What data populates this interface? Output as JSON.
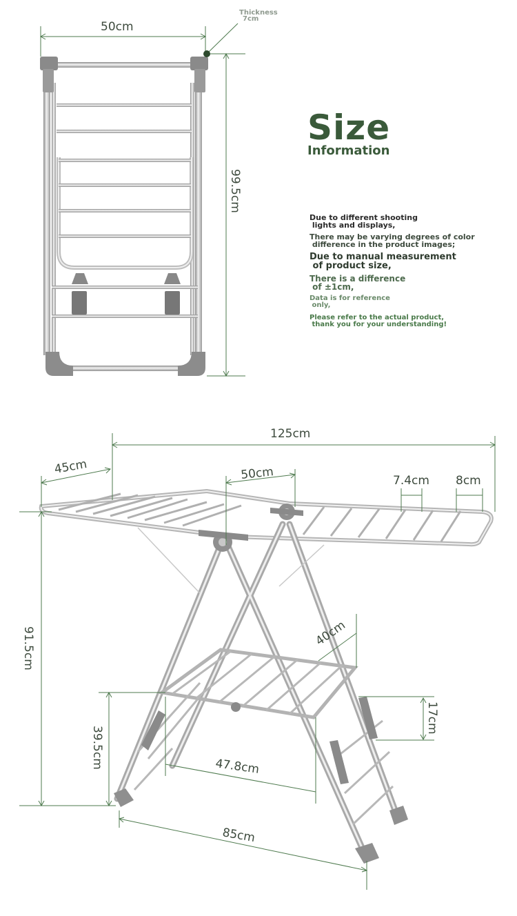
{
  "top_view": {
    "thickness_label_line1": "Thickness",
    "thickness_label_line2": "7cm",
    "width_label": "50cm",
    "height_label": "99.5cm"
  },
  "info": {
    "title_big": "Size",
    "title_small": "Information",
    "notes": [
      {
        "text": "Due to different shooting\n lights and displays,",
        "color": "#2a2a2a"
      },
      {
        "text": "There may be varying degrees of color\n difference in the product images;",
        "color": "#3d4a3d"
      },
      {
        "text": "Due to manual measurement\n of product size,",
        "color": "#2f3b2f"
      },
      {
        "text": "There is a difference\n of ±1cm,",
        "color": "#4d6a4d"
      },
      {
        "text": "Data is for reference\n only,",
        "color": "#6a8a6a"
      },
      {
        "text": "Please refer to the actual product,\n thank you for your understanding!",
        "color": "#4a7a4a"
      }
    ]
  },
  "bottom_view": {
    "total_length": "125cm",
    "wing_length": "45cm",
    "middle_length": "50cm",
    "rod_spacing": "7.4cm",
    "rod_spacing_2": "8cm",
    "height": "91.5cm",
    "shelf_depth": "40cm",
    "shelf_height": "39.5cm",
    "shelf_width": "47.8cm",
    "foot_span": "85cm",
    "side_rack_height": "17cm"
  }
}
